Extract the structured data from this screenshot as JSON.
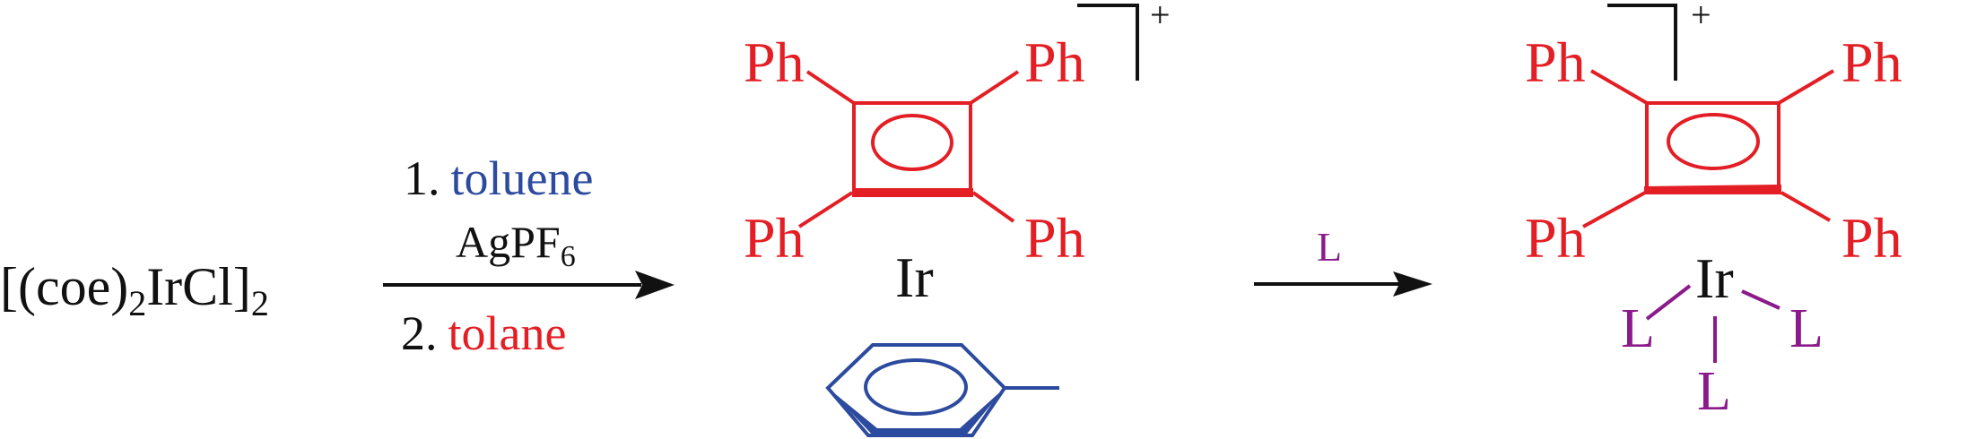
{
  "reactant": {
    "part1": "[(coe)",
    "sub1": "2",
    "part2": "IrCl]",
    "sub2": "2"
  },
  "arrow1": {
    "step1_num": "1.",
    "step1_reagent": "toluene",
    "agpf": "AgPF",
    "agpf_sub": "6",
    "step2_num": "2.",
    "step2_reagent": "tolane"
  },
  "intermediate": {
    "ph": [
      "Ph",
      "Ph",
      "Ph",
      "Ph"
    ],
    "metal": "Ir",
    "charge": "+"
  },
  "arrow2": {
    "reagent": "L"
  },
  "product": {
    "ph": [
      "Ph",
      "Ph",
      "Ph",
      "Ph"
    ],
    "metal": "Ir",
    "ligands": [
      "L",
      "L",
      "L"
    ],
    "charge": "+"
  },
  "colors": {
    "tolane": "#e31e24",
    "toluene": "#2d4b9e",
    "ligand": "#8b1a8b",
    "black": "#111111"
  }
}
